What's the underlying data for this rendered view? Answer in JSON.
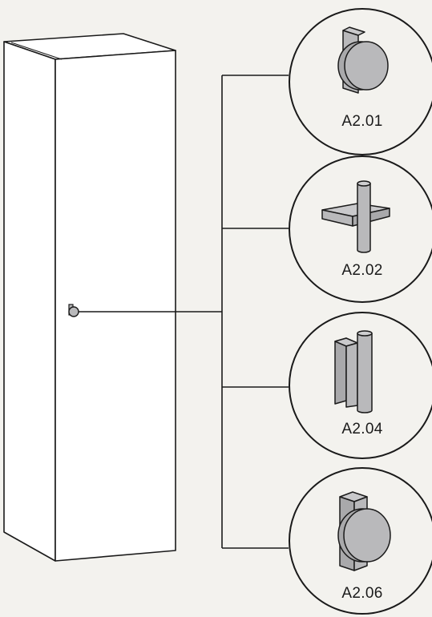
{
  "diagram": {
    "colors": {
      "background": "#f3f2ee",
      "line": "#1a1a1a",
      "knob_fill": "#b9b9bb",
      "cabinet_fill": "#ffffff"
    },
    "options": [
      {
        "code": "A2.01",
        "icon": "round-knob-icon"
      },
      {
        "code": "A2.02",
        "icon": "bar-handle-icon"
      },
      {
        "code": "A2.04",
        "icon": "vertical-handle-icon"
      },
      {
        "code": "A2.06",
        "icon": "round-knob-plate-icon"
      }
    ]
  }
}
